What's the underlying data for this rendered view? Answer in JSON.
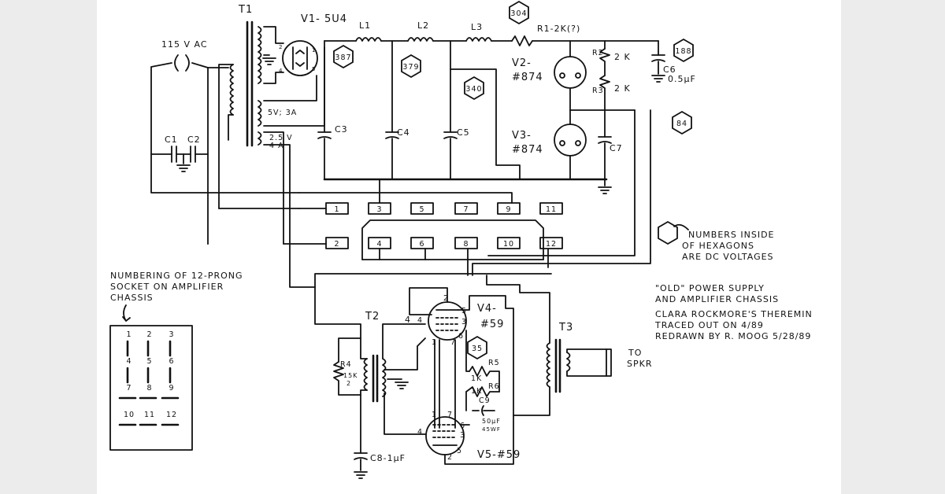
{
  "transformer_t1": "T1",
  "rectifier_v1": "V1- 5U4",
  "inductors": {
    "l1": "L1",
    "l2": "L2",
    "l3": "L3"
  },
  "resistor_r1": "R1-2K(?)",
  "mains_label": "115 V AC",
  "capacitors": {
    "c1": "C1",
    "c2": "C2",
    "c3": "C3",
    "c4": "C4",
    "c5": "C5",
    "c6": "C6",
    "c6_value": "0.5µF",
    "c7": "C7",
    "c8": "C8-1µF",
    "c9": "C9",
    "c9_value_1": "50µF",
    "c9_value_2": "45WF"
  },
  "t1_windings": {
    "filament_5v": "5V; 3A",
    "filament_2v5_1": "2.5 V",
    "filament_2v5_2": "4 A"
  },
  "rectifier_pins": {
    "a": "2",
    "b": "4",
    "c": "1",
    "d": "5"
  },
  "tubes": {
    "v2_1": "V2-",
    "v2_2": "#874",
    "v3_1": "V3-",
    "v3_2": "#874",
    "v4_1": "V4-",
    "v4_2": "#59",
    "v5": "V5-#59"
  },
  "resistors": {
    "r2_label": "R2",
    "r2_value": "2 K",
    "r3_label": "R3",
    "r3_value": "2 K",
    "r4": "R4",
    "r4_value_1": "15K",
    "r4_value_2": "2",
    "r5": "R5",
    "r5_value": "1K",
    "r6": "R6",
    "r6_value": "1K"
  },
  "voltages": {
    "v1_out": "387",
    "l1_l2": "379",
    "c5_node": "340",
    "r1_in": "304",
    "top_right": "188",
    "mid_right": "84",
    "cathode": "35"
  },
  "transformers": {
    "t2": "T2",
    "t3": "T3"
  },
  "speaker_label_1": "TO",
  "speaker_label_2": "SPKR",
  "socket_terminals": [
    "1",
    "3",
    "5",
    "7",
    "9",
    "11",
    "2",
    "4",
    "6",
    "8",
    "10",
    "12"
  ],
  "tube_pins": {
    "v4_top": "2",
    "v4_left": "4",
    "v4_right_1": "5",
    "v4_right_2": "3",
    "v4_bottom_1": "1",
    "v4_bottom_2": "7",
    "v4_bottom_3": "6",
    "v5_top_1": "1",
    "v5_top_2": "7",
    "v5_left": "4",
    "v5_right_1": "6",
    "v5_right_2": "3",
    "v5_bottom_1": "2",
    "v5_bottom_2": "5"
  },
  "t2_pin": "4",
  "legend_hex_text": [
    "NUMBERS INSIDE",
    "OF HEXAGONS",
    "ARE DC VOLTAGES"
  ],
  "title_block": [
    "\"OLD\" POWER SUPPLY",
    "AND AMPLIFIER CHASSIS",
    "CLARA ROCKMORE'S THEREMIN",
    "TRACED OUT ON 4/89",
    "REDRAWN BY R. MOOG 5/28/89"
  ],
  "socket_caption": [
    "NUMBERING OF 12-PRONG",
    "SOCKET ON AMPLIFIER",
    "CHASSIS"
  ],
  "socket_numbers": [
    "1",
    "2",
    "3",
    "4",
    "5",
    "6",
    "7",
    "8",
    "9",
    "10",
    "11",
    "12"
  ],
  "colors": {
    "ink": "#111111",
    "paper": "#ffffff",
    "margin": "#ececec"
  }
}
